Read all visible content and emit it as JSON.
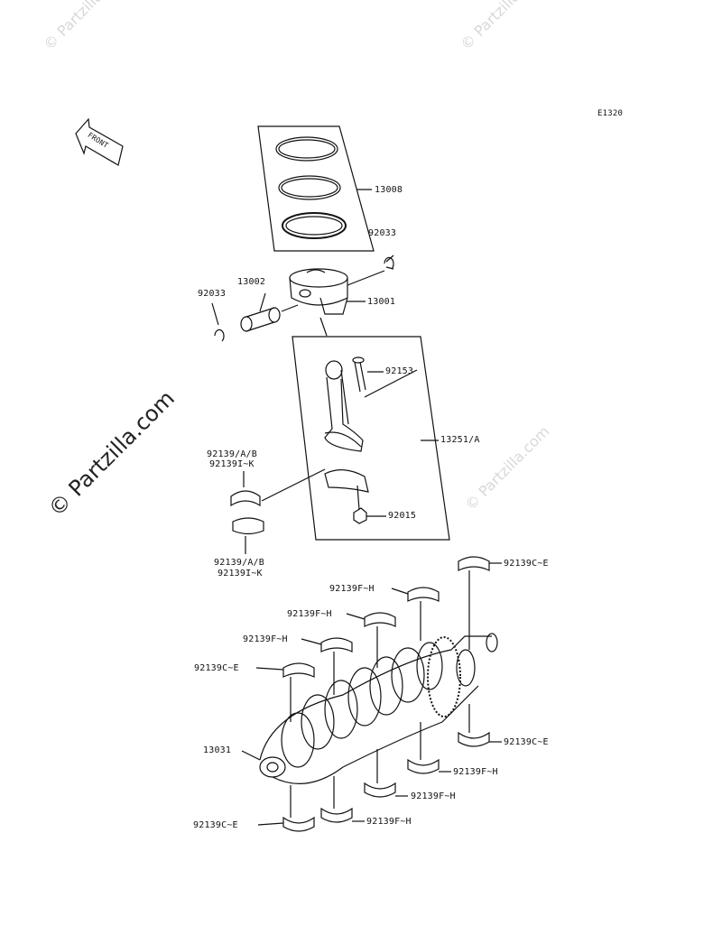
{
  "diagram_code": "E1320",
  "front_label": "FRONT",
  "watermark": "© Partzilla.com",
  "colors": {
    "line": "#111111",
    "watermark": "#d8d8d8",
    "background": "#ffffff"
  },
  "parts": {
    "piston_ring_set": "13008",
    "circlip_top": "92033",
    "piston_pin": "13002",
    "circlip_left": "92033",
    "piston": "13001",
    "conrod_bolt": "92153",
    "connecting_rod": "13251/A",
    "conrod_bearing_upper_1": "92139/A/B",
    "conrod_bearing_upper_2": "92139I~K",
    "conrod_bearing_lower_1": "92139/A/B",
    "conrod_bearing_lower_2": "92139I~K",
    "conrod_nut": "92015",
    "crank_bearing_top_right": "92139C~E",
    "crank_bearing_upper_a": "92139F~H",
    "crank_bearing_upper_b": "92139F~H",
    "crank_bearing_upper_c": "92139F~H",
    "crank_bearing_upper_left": "92139C~E",
    "crankshaft": "13031",
    "crank_bearing_lower_right": "92139C~E",
    "crank_bearing_lower_a": "92139F~H",
    "crank_bearing_lower_b": "92139F~H",
    "crank_bearing_lower_c": "92139F~H",
    "crank_bearing_lower_left": "92139C~E"
  }
}
